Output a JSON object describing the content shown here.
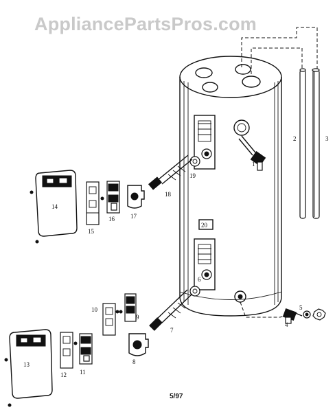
{
  "watermark": "AppliancePartsPros.com",
  "date_code": "5/97",
  "tank_badge": "20",
  "part_labels": {
    "p1": "1",
    "p2": "2",
    "p3": "3",
    "p4": "4",
    "p5": "5",
    "p6": "6",
    "p7": "7",
    "p8": "8",
    "p9": "9",
    "p10": "10",
    "p11": "11",
    "p12": "12",
    "p13": "13",
    "p14": "14",
    "p15": "15",
    "p16": "16",
    "p17": "17",
    "p18": "18",
    "p19": "19"
  }
}
